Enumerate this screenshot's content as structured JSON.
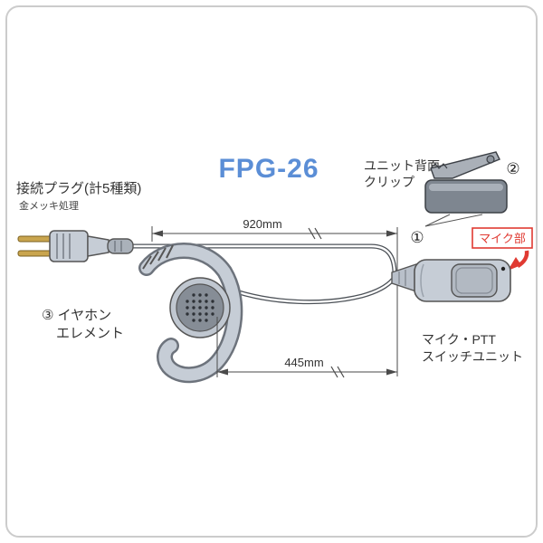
{
  "page": {
    "title": "FPG-26"
  },
  "labels": {
    "plug_title": "接続プラグ(計5種類)",
    "plug_sub": "金メッキ処理",
    "clip_label_line1": "ユニット背面",
    "clip_label_line2": "クリップ",
    "mic_part": "マイク部",
    "earphone_line1": "③ イヤホン",
    "earphone_line2": "エレメント",
    "unit_line1": "マイク・PTT",
    "unit_line2": "スイッチユニット",
    "marker_1": "①",
    "marker_2": "②"
  },
  "dimensions": {
    "cable_main": "920mm",
    "cable_earphone": "445mm"
  },
  "colors": {
    "title_blue": "#5b8ed6",
    "accent_red": "#e03a32",
    "body_gray_light": "#c6cdd6",
    "body_gray_mid": "#9aa2ac",
    "body_gray_dark": "#6d737c",
    "plug_gold": "#c9a54e",
    "outline": "#555555",
    "border_gray": "#cccccc"
  }
}
